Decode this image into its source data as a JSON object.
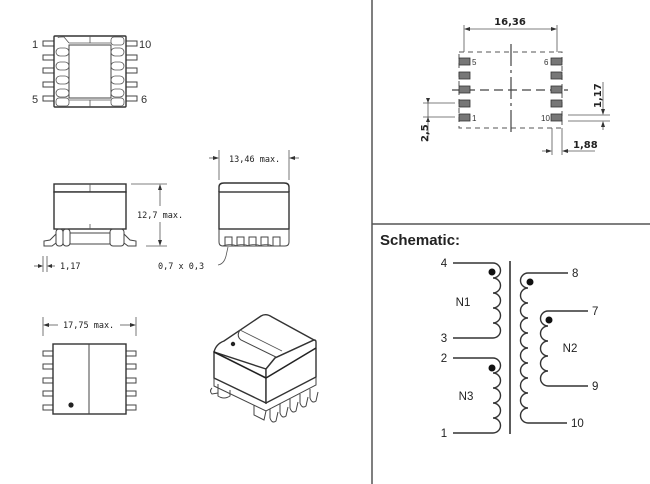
{
  "top_view": {
    "pin_labels": {
      "top_left": "1",
      "top_right": "10",
      "bottom_left": "5",
      "bottom_right": "6"
    }
  },
  "side_view": {
    "height_label": "12,7  max.",
    "lead_width_label": "1,17"
  },
  "end_view": {
    "width_label": "13,46  max.",
    "lead_size_label": "0,7  x  0,3"
  },
  "bottom_view": {
    "length_label": "17,75  max."
  },
  "footprint": {
    "width_label": "16,36",
    "pitch_label": "2,5",
    "pad_height_label": "1,17",
    "pad_width_label": "1,88",
    "pin_labels": {
      "left_top": "5",
      "right_top": "6",
      "left_bottom": "1",
      "right_bottom": "10"
    }
  },
  "schematic": {
    "title": "Schematic:",
    "windings": [
      {
        "name": "N1",
        "start_pin": "4",
        "end_pin": "3"
      },
      {
        "name": "N3",
        "start_pin": "2",
        "end_pin": "1"
      },
      {
        "name": "N2",
        "start_pin": "7",
        "end_pin": "9"
      }
    ],
    "secondary_outer": {
      "start_pin": "8",
      "end_pin": "10"
    }
  }
}
